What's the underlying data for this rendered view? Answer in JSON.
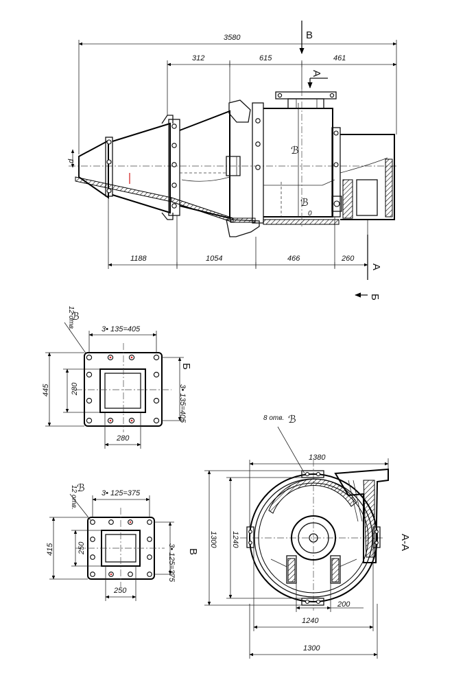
{
  "colors": {
    "ink": "#111111",
    "paper": "#ffffff",
    "accent_red": "#d42a2a"
  },
  "main_view": {
    "dims": {
      "overall": "3580",
      "top_a": "312",
      "top_b": "615",
      "top_c": "461",
      "bottom_a": "1188",
      "bottom_b": "1054",
      "bottom_c": "466",
      "bottom_d": "260"
    },
    "inlet_symbol": "d",
    "section_v": "В",
    "section_a_top": "А",
    "section_a_bottom": "А",
    "section_b": "Б"
  },
  "flange_b": {
    "holes_note": "12 отв.",
    "bolt_symbol": "ℬ",
    "dim_top": "3• 135=405",
    "dim_right": "3• 135=405",
    "dim_outer": "445",
    "dim_inner_v": "280",
    "dim_inner_h": "280",
    "label": "Б"
  },
  "flange_v": {
    "holes_note": "12 отв.",
    "bolt_symbol": "ℬ",
    "dim_top": "3• 125=375",
    "dim_right": "3• 125=375",
    "dim_outer": "415",
    "dim_inner_v": "250",
    "dim_inner_h": "250",
    "label": "В"
  },
  "section_aa": {
    "holes_note": "8 отв.",
    "bolt_symbol": "ℬ",
    "dim_top": "1380",
    "dim_left_outer": "1300",
    "dim_left_inner": "1240",
    "dim_200": "200",
    "dim_bottom_inner": "1240",
    "dim_bottom_outer": "1300",
    "label": "А-А"
  }
}
